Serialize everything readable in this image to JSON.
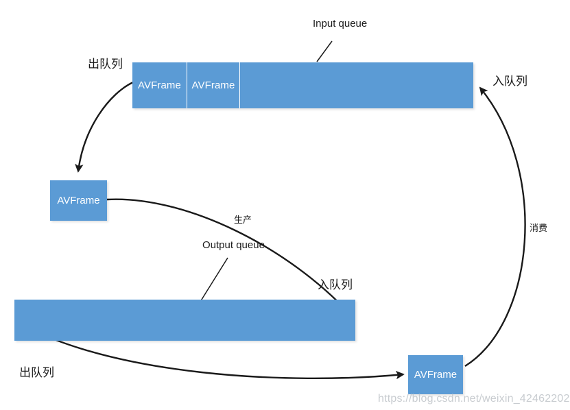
{
  "diagram": {
    "title": "AVFrame producer-consumer queue diagram",
    "accent_color": "#5B9BD5",
    "stroke_color": "#1a1a1a",
    "background": "#ffffff"
  },
  "input_queue": {
    "annotation_label": "Input queue",
    "cells": [
      {
        "label": "AVFrame"
      },
      {
        "label": "AVFrame"
      },
      {
        "label": ""
      }
    ]
  },
  "output_queue": {
    "annotation_label": "Output queue",
    "cells": [
      {
        "label": ""
      }
    ]
  },
  "frames": {
    "decoded_frame": "AVFrame",
    "output_frame": "AVFrame"
  },
  "edges": {
    "input_dequeue": "出队列",
    "input_enqueue": "入队列",
    "produce": "生产",
    "output_enqueue": "入队列",
    "output_dequeue": "出队列",
    "consume": "消费"
  },
  "watermark": {
    "text": "https://blog.csdn.net/weixin_42462202"
  }
}
